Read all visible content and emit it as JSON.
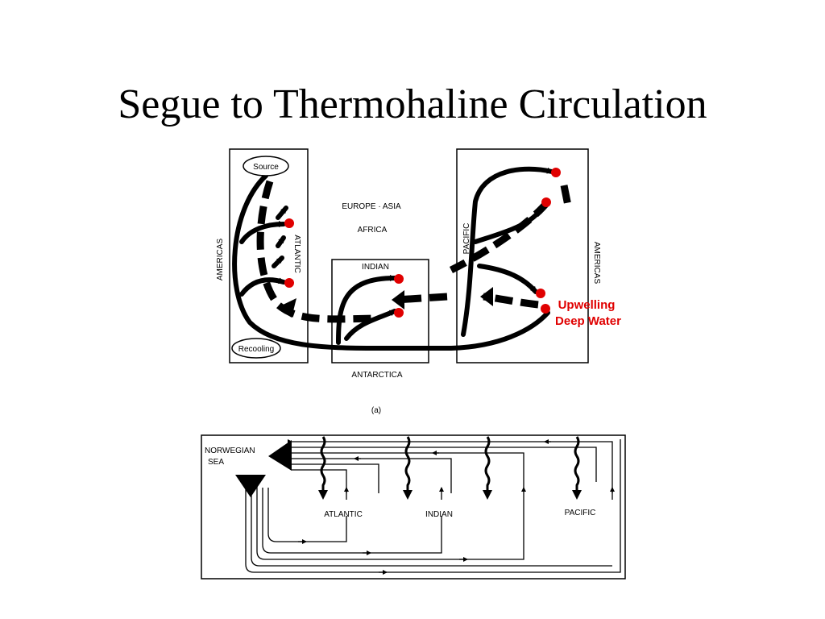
{
  "title": "Segue to Thermohaline Circulation",
  "colors": {
    "sink_marker": "#e00000",
    "upwelling_label": "#e00000",
    "ink": "#000000"
  },
  "diagram_a": {
    "labels": {
      "source": "Source",
      "recooling": "Recooling",
      "americas_left": "AMERICAS",
      "atlantic": "ATLANTIC",
      "europe_asia": "EUROPE · ASIA",
      "africa": "AFRICA",
      "indian": "INDIAN",
      "pacific": "PACIFIC",
      "americas_right": "AMERICAS",
      "antarctica": "ANTARCTICA",
      "upwelling_line1": "Upwelling",
      "upwelling_line2": "Deep Water",
      "caption": "(a)"
    }
  },
  "diagram_b": {
    "labels": {
      "norwegian_line1": "NORWEGIAN",
      "norwegian_line2": "SEA",
      "atlantic": "ATLANTIC",
      "indian": "INDIAN",
      "pacific": "PACIFIC"
    }
  }
}
